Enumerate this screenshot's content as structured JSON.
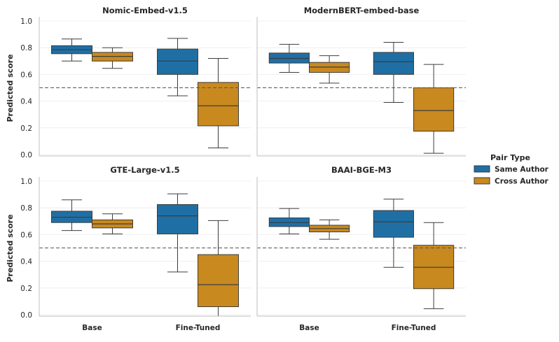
{
  "chart_data": {
    "type": "box",
    "y_label": "Predicted score",
    "ylim": [
      0.0,
      1.0
    ],
    "y_ticks": [
      "0.0",
      "0.2",
      "0.4",
      "0.6",
      "0.8",
      "1.0"
    ],
    "threshold": 0.5,
    "categories": [
      "Base",
      "Fine-Tuned"
    ],
    "legend": {
      "title": "Pair Type",
      "placement": "right",
      "items": [
        {
          "name": "Same Author",
          "color": "#1f6fa5"
        },
        {
          "name": "Cross Author",
          "color": "#c8891f"
        }
      ]
    },
    "panels": [
      {
        "title": "Nomic-Embed-v1.5",
        "boxes": {
          "Base": {
            "Same Author": {
              "whislo": 0.7,
              "q1": 0.755,
              "med": 0.785,
              "q3": 0.815,
              "whishi": 0.865
            },
            "Cross Author": {
              "whislo": 0.645,
              "q1": 0.7,
              "med": 0.735,
              "q3": 0.765,
              "whishi": 0.8
            }
          },
          "Fine-Tuned": {
            "Same Author": {
              "whislo": 0.44,
              "q1": 0.6,
              "med": 0.7,
              "q3": 0.79,
              "whishi": 0.87
            },
            "Cross Author": {
              "whislo": 0.05,
              "q1": 0.215,
              "med": 0.365,
              "q3": 0.54,
              "whishi": 0.72
            }
          }
        }
      },
      {
        "title": "ModernBERT-embed-base",
        "boxes": {
          "Base": {
            "Same Author": {
              "whislo": 0.615,
              "q1": 0.685,
              "med": 0.72,
              "q3": 0.76,
              "whishi": 0.825
            },
            "Cross Author": {
              "whislo": 0.535,
              "q1": 0.615,
              "med": 0.655,
              "q3": 0.69,
              "whishi": 0.74
            }
          },
          "Fine-Tuned": {
            "Same Author": {
              "whislo": 0.39,
              "q1": 0.6,
              "med": 0.695,
              "q3": 0.765,
              "whishi": 0.84
            },
            "Cross Author": {
              "whislo": 0.01,
              "q1": 0.175,
              "med": 0.33,
              "q3": 0.5,
              "whishi": 0.675
            }
          }
        }
      },
      {
        "title": "GTE-Large-v1.5",
        "boxes": {
          "Base": {
            "Same Author": {
              "whislo": 0.63,
              "q1": 0.69,
              "med": 0.73,
              "q3": 0.775,
              "whishi": 0.86
            },
            "Cross Author": {
              "whislo": 0.605,
              "q1": 0.65,
              "med": 0.68,
              "q3": 0.71,
              "whishi": 0.755
            }
          },
          "Fine-Tuned": {
            "Same Author": {
              "whislo": 0.32,
              "q1": 0.605,
              "med": 0.74,
              "q3": 0.825,
              "whishi": 0.905
            },
            "Cross Author": {
              "whislo": -0.01,
              "q1": 0.06,
              "med": 0.225,
              "q3": 0.45,
              "whishi": 0.705
            }
          }
        }
      },
      {
        "title": "BAAI-BGE-M3",
        "boxes": {
          "Base": {
            "Same Author": {
              "whislo": 0.605,
              "q1": 0.66,
              "med": 0.69,
              "q3": 0.725,
              "whishi": 0.795
            },
            "Cross Author": {
              "whislo": 0.565,
              "q1": 0.62,
              "med": 0.645,
              "q3": 0.67,
              "whishi": 0.71
            }
          },
          "Fine-Tuned": {
            "Same Author": {
              "whislo": 0.355,
              "q1": 0.58,
              "med": 0.695,
              "q3": 0.78,
              "whishi": 0.865
            },
            "Cross Author": {
              "whislo": 0.045,
              "q1": 0.195,
              "med": 0.355,
              "q3": 0.52,
              "whishi": 0.69
            }
          }
        }
      }
    ]
  }
}
